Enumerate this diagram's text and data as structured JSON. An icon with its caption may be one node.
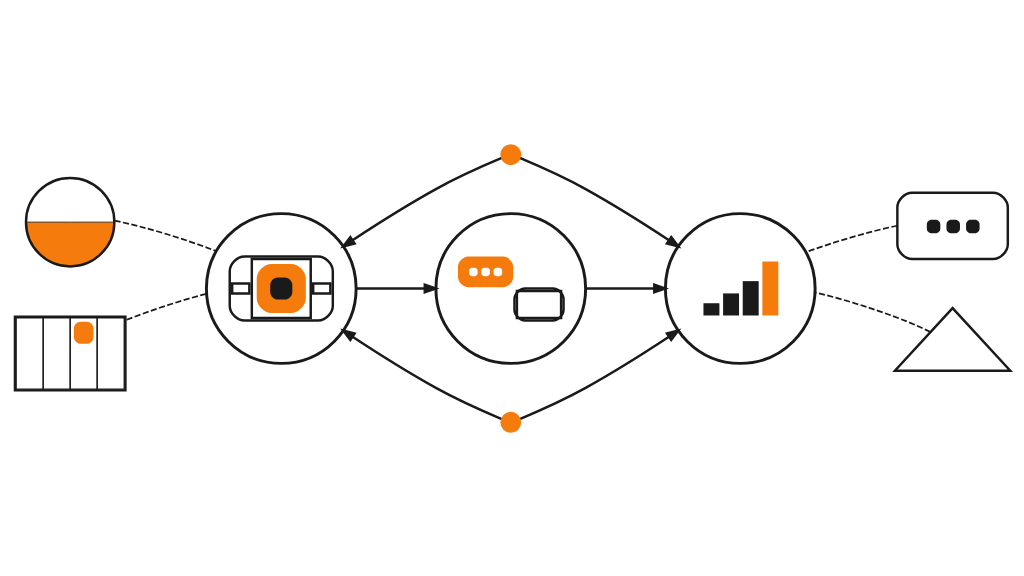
{
  "diagram": {
    "nodes": [
      {
        "text": [],
        "shape": "picture"
      },
      {
        "text": [],
        "shape": "circle"
      },
      {
        "text": [],
        "shape": "picture"
      },
      {
        "text": [],
        "shape": "circle"
      },
      {
        "text": [],
        "shape": "circle"
      },
      {
        "text": [],
        "shape": "circle"
      },
      {
        "text": [],
        "shape": "picture"
      },
      {
        "text": [],
        "shape": "circle"
      },
      {
        "text": [],
        "shape": "picture"
      }
    ],
    "edges": [
      {
        "from": 3,
        "to": 4,
        "arrow": "to"
      },
      {
        "from": 4,
        "to": 5,
        "arrow": "to"
      },
      {
        "from": 1,
        "to": 3,
        "arrow": "to"
      },
      {
        "from": 1,
        "to": 5,
        "arrow": "to"
      },
      {
        "from": 7,
        "to": 3,
        "arrow": "to"
      },
      {
        "from": 7,
        "to": 5,
        "arrow": "to"
      },
      {
        "from": 0,
        "to": 3,
        "arrow": "none",
        "style": "dashed"
      },
      {
        "from": 2,
        "to": 5,
        "arrow": "none",
        "style": "dashed"
      },
      {
        "from": 6,
        "to": 3,
        "arrow": "none",
        "style": "dashed"
      },
      {
        "from": 8,
        "to": 5,
        "arrow": "none",
        "style": "dashed"
      }
    ]
  }
}
